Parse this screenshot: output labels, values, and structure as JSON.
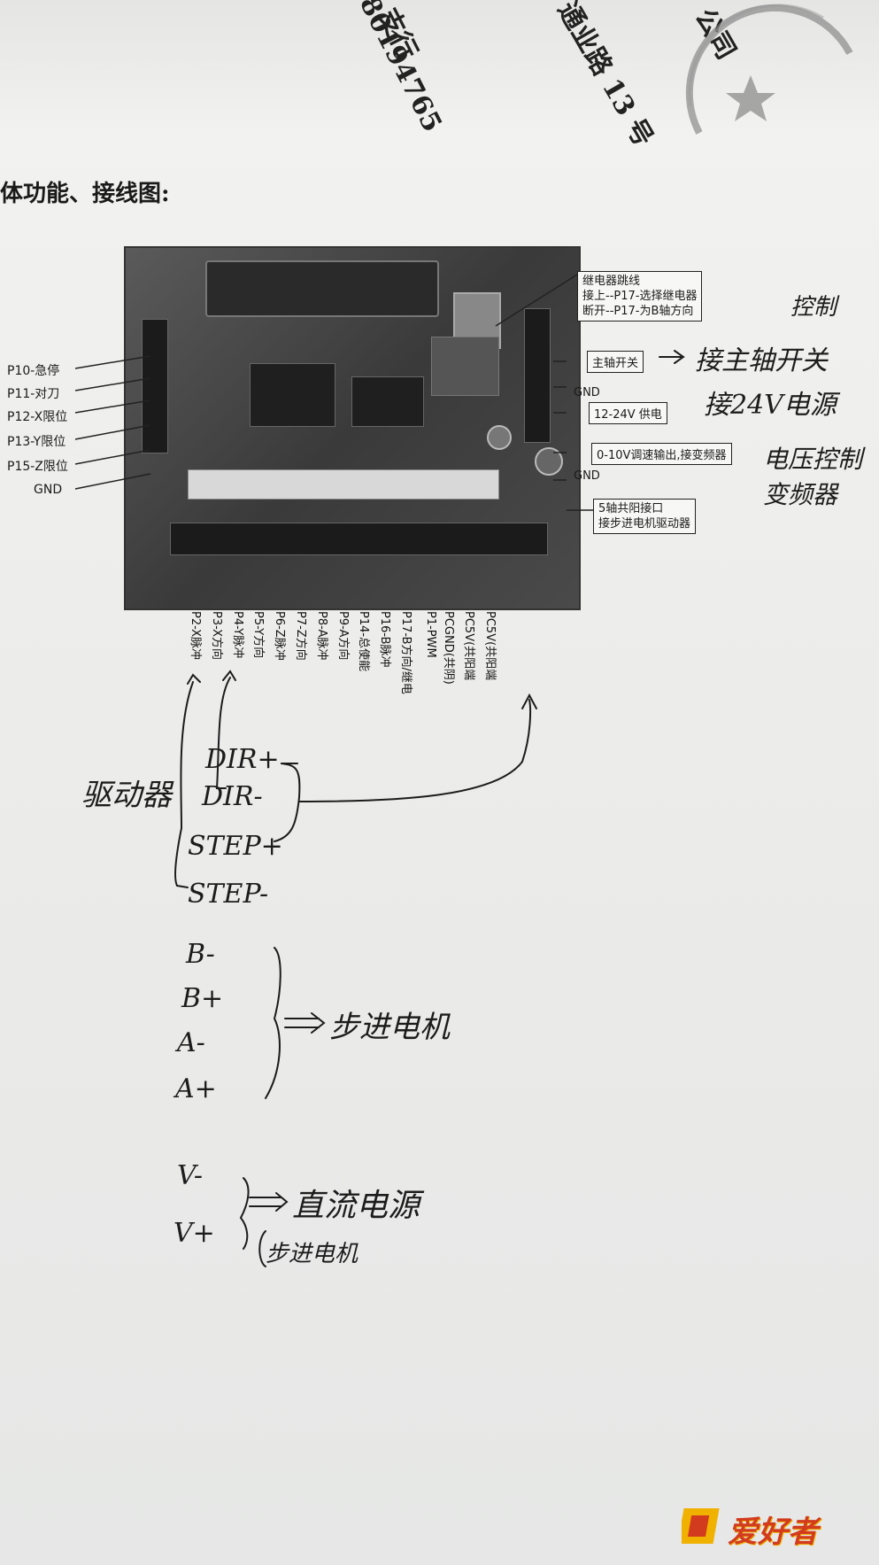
{
  "header_fragments": {
    "bank_branch": "支行",
    "phone_digits": "80194765",
    "address": "通业路 13 号",
    "company": "公司"
  },
  "heading": "体功能、接线图:",
  "left_inputs": [
    "P10-急停",
    "P11-对刀",
    "P12-X限位",
    "P13-Y限位",
    "P15-Z限位",
    "GND"
  ],
  "relay_box": {
    "line1": "继电器跳线",
    "line2": "接上--P17-选择继电器",
    "line3": "断开--P17-为B轴方向"
  },
  "right_callouts": {
    "spindle_switch": "主轴开关",
    "gnd1": "GND",
    "supply": "12-24V 供电",
    "analog_out": "0-10V调速输出,接变频器",
    "gnd2": "GND",
    "five_axis_line1": "5轴共阳接口",
    "five_axis_line2": "接步进电机驱动器"
  },
  "bottom_pins": [
    "P2-X脉冲",
    "P3-X方向",
    "P4-Y脉冲",
    "P5-Y方向",
    "P6-Z脉冲",
    "P7-Z方向",
    "P8-A脉冲",
    "P9-A方向",
    "P14-总使能",
    "P16-B脉冲",
    "P17-B方向/继电",
    "P1-PWM",
    "PCGND(共阴)",
    "PC5V(共阳端",
    "PC5V(共阳端"
  ],
  "handwritten": {
    "control_word": "控制",
    "spindle_note": "接主轴开关",
    "power_note": "接24V电源",
    "vfd_note_line1": "电压控制",
    "vfd_note_line2": "变频器",
    "driver_label": "驱动器",
    "dir_plus": "DIR+",
    "dir_minus": "DIR-",
    "step_plus": "STEP+",
    "step_minus": "STEP-",
    "b_minus": "B-",
    "b_plus": "B+",
    "a_minus": "A-",
    "a_plus": "A+",
    "motor_note": "步进电机",
    "v_minus": "V-",
    "v_plus": "V+",
    "dc_note": "直流电源",
    "dc_sub_note": "步进电机"
  },
  "watermark": "爱好者",
  "colors": {
    "board": "#3f3f3f",
    "ink": "#1c1c1c",
    "paper": "#ececea",
    "logo_orange": "#f1b100",
    "logo_red": "#d23b1e"
  }
}
